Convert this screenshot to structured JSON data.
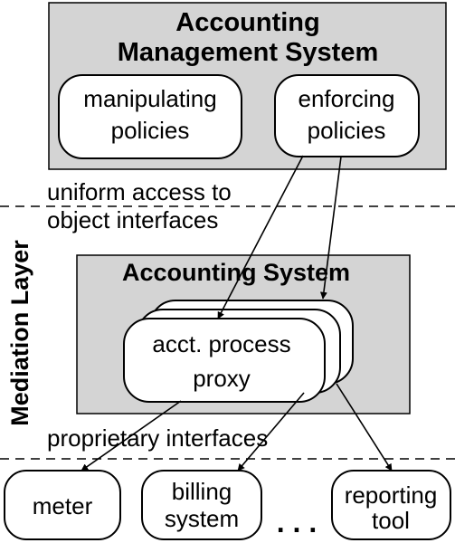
{
  "ams": {
    "title_line1": "Accounting",
    "title_line2": "Management System",
    "manipulating_line1": "manipulating",
    "manipulating_line2": "policies",
    "enforcing_line1": "enforcing",
    "enforcing_line2": "policies"
  },
  "labels": {
    "uniform_line1": "uniform access to",
    "uniform_line2": "object interfaces",
    "mediation": "Mediation Layer",
    "proprietary": "proprietary interfaces",
    "ellipsis": ". . ."
  },
  "accounting_system": {
    "title": "Accounting System",
    "proxy_line1": "acct. process",
    "proxy_line2": "proxy"
  },
  "tools": {
    "meter": "meter",
    "billing_line1": "billing",
    "billing_line2": "system",
    "reporting_line1": "reporting",
    "reporting_line2": "tool"
  }
}
